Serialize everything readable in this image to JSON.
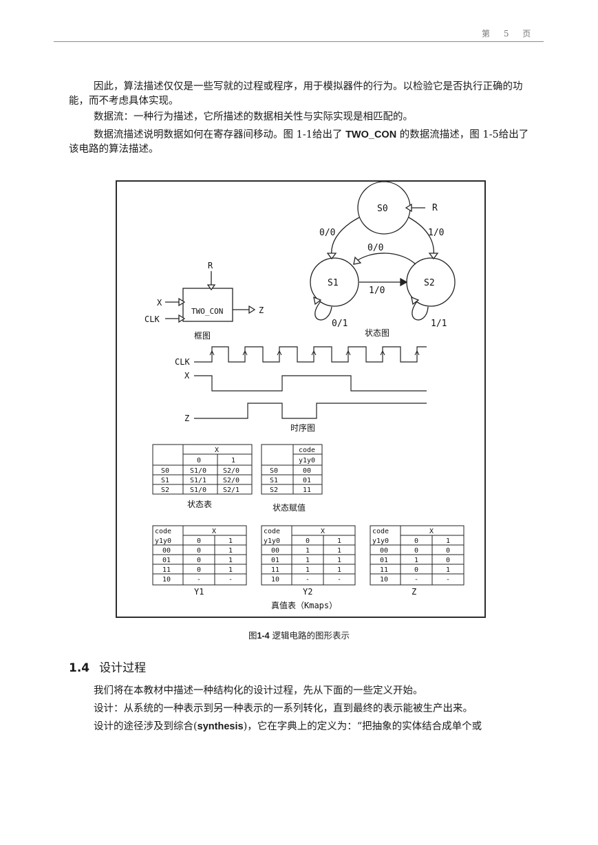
{
  "header": {
    "page_label": "第 5 页"
  },
  "paragraphs": {
    "p1": "因此，算法描述仅仅是一些写就的过程或程序，用于模拟器件的行为。以检验它是否执行正确的功能，而不考虑具体实现。",
    "p2": "数据流：一种行为描述，它所描述的数据相关性与实际实现是相匹配的。",
    "p3a": "数据流描述说明数据如何在寄存器间移动。图 1-1给出了",
    "p3_bold": "TWO_CON",
    "p3b": "的数据流描述，图 1-5给出了该电路的算法描述。"
  },
  "figure": {
    "state_diagram": {
      "states": [
        "S0",
        "S1",
        "S2"
      ],
      "reset": "R",
      "transitions": [
        "0/0",
        "1/0",
        "0/0",
        "1/0",
        "0/1",
        "1/1"
      ],
      "label": "状态图"
    },
    "block_diagram": {
      "name": "TWO_CON",
      "inputs": [
        "X",
        "CLK"
      ],
      "reset": "R",
      "output": "Z",
      "label": "框图"
    },
    "timing": {
      "signals": [
        "CLK",
        "X",
        "Z"
      ],
      "label": "时序图"
    },
    "state_table": {
      "header_x": "X",
      "cols": [
        "0",
        "1"
      ],
      "rows": [
        [
          "S0",
          "S1/0",
          "S2/0"
        ],
        [
          "S1",
          "S1/1",
          "S2/0"
        ],
        [
          "S2",
          "S1/0",
          "S2/1"
        ]
      ],
      "label": "状态表"
    },
    "assignment": {
      "header1": "code",
      "header2": "y1y0",
      "rows": [
        [
          "S0",
          "00"
        ],
        [
          "S1",
          "01"
        ],
        [
          "S2",
          "11"
        ]
      ],
      "label": "状态赋值"
    },
    "truth_tables": [
      {
        "name": "Y1",
        "rows": [
          [
            "00",
            "0",
            "1"
          ],
          [
            "01",
            "0",
            "1"
          ],
          [
            "11",
            "0",
            "1"
          ],
          [
            "10",
            "-",
            "-"
          ]
        ]
      },
      {
        "name": "Y2",
        "rows": [
          [
            "00",
            "1",
            "1"
          ],
          [
            "01",
            "1",
            "1"
          ],
          [
            "11",
            "1",
            "1"
          ],
          [
            "10",
            "-",
            "-"
          ]
        ]
      },
      {
        "name": "Z",
        "rows": [
          [
            "00",
            "0",
            "0"
          ],
          [
            "01",
            "1",
            "0"
          ],
          [
            "11",
            "0",
            "1"
          ],
          [
            "10",
            "-",
            "-"
          ]
        ]
      }
    ],
    "truth_header": {
      "code": "code",
      "y1y0": "y1y0",
      "x": "X",
      "c0": "0",
      "c1": "1"
    },
    "truth_label": "真值表（Kmaps）"
  },
  "caption": {
    "prefix": "图",
    "num": "1-4",
    "text": "逻辑电路的图形表示"
  },
  "section": {
    "number": "1.4",
    "title": "设计过程",
    "p1": "我们将在本教材中描述一种结构化的设计过程，先从下面的一些定义开始。",
    "p2": "设计：从系统的一种表示到另一种表示的一系列转化，直到最终的表示能被生产出来。",
    "p3a": "设计的途径涉及到综合(",
    "p3_bold": "synthesis",
    "p3b": ")，它在字典上的定义为：“把抽象的实体结合成单个或"
  }
}
